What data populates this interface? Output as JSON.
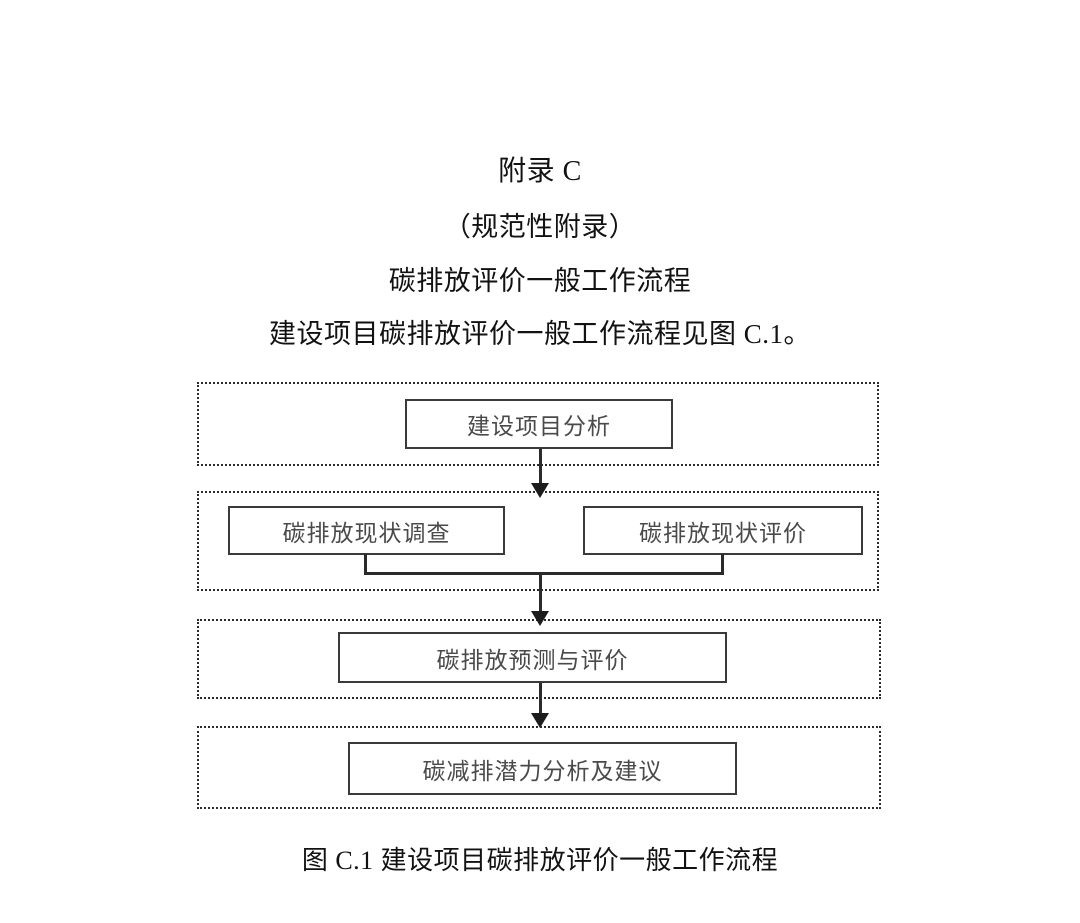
{
  "document": {
    "appendix_label": "附录 C",
    "normative_note": "（规范性附录）",
    "section_title": "碳排放评价一般工作流程",
    "intro_text": "建设项目碳排放评价一般工作流程见图 C.1。",
    "figure_caption": "图 C.1  建设项目碳排放评价一般工作流程"
  },
  "flowchart": {
    "type": "diagram",
    "orientation": "top-to-bottom",
    "colors": {
      "node_border": "#3a3a3a",
      "node_text": "#4a4a4a",
      "group_border": "#2b2b2b",
      "connector": "#2b2b2b",
      "background": "#ffffff"
    },
    "stages": [
      {
        "index": 1,
        "nodes": [
          {
            "id": "n1",
            "label": "建设项目分析"
          }
        ]
      },
      {
        "index": 2,
        "nodes": [
          {
            "id": "n2a",
            "label": "碳排放现状调查"
          },
          {
            "id": "n2b",
            "label": "碳排放现状评价"
          }
        ]
      },
      {
        "index": 3,
        "nodes": [
          {
            "id": "n3",
            "label": "碳排放预测与评价"
          }
        ]
      },
      {
        "index": 4,
        "nodes": [
          {
            "id": "n4",
            "label": "碳减排潜力分析及建议"
          }
        ]
      }
    ],
    "edges": [
      {
        "from": "n1",
        "to": "stage-2",
        "kind": "arrow-down"
      },
      {
        "from": "n2a+n2b",
        "to": "n3",
        "kind": "merge-arrow-down"
      },
      {
        "from": "n3",
        "to": "n4",
        "kind": "arrow-down"
      }
    ]
  }
}
